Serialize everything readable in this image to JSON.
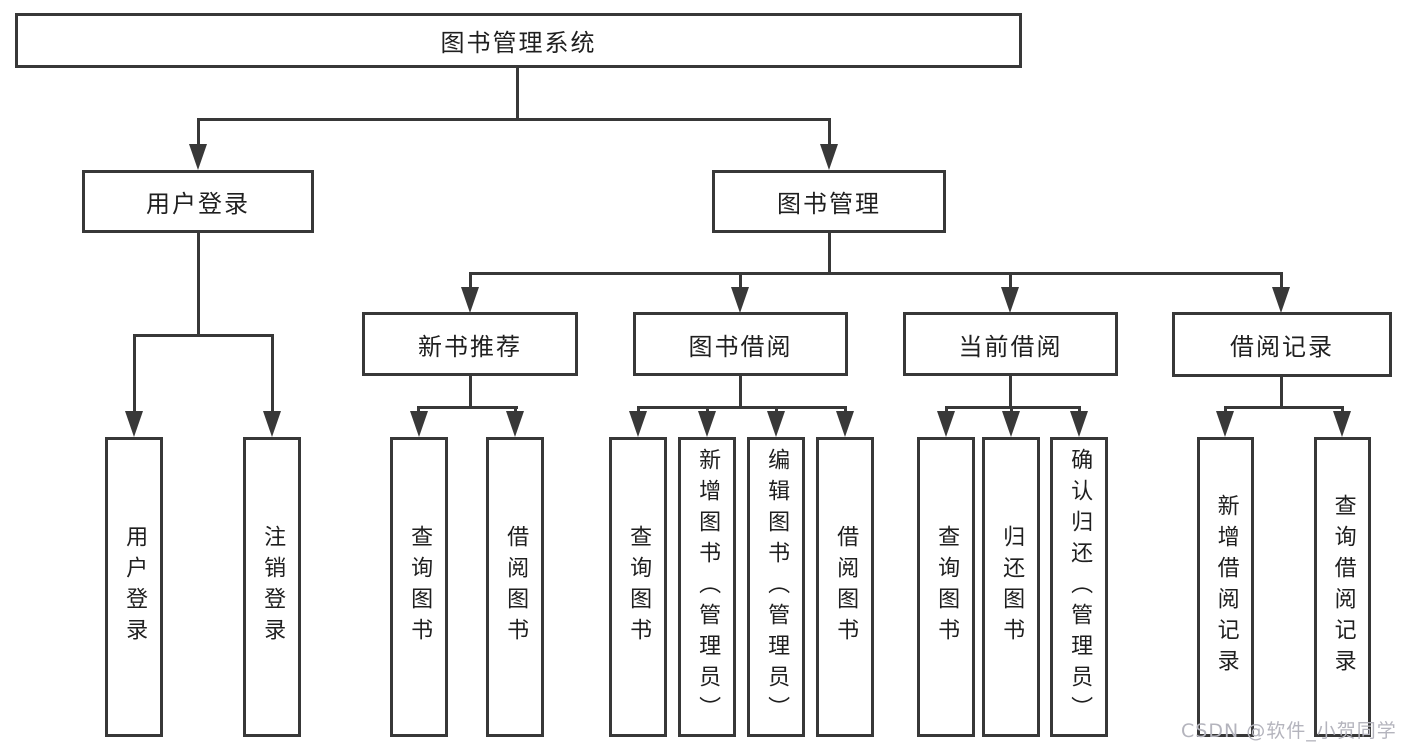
{
  "tree": {
    "label": "图书管理系统",
    "children": [
      {
        "label": "用户登录",
        "children": [
          {
            "label": "用户登录"
          },
          {
            "label": "注销登录"
          }
        ]
      },
      {
        "label": "图书管理",
        "children": [
          {
            "label": "新书推荐",
            "children": [
              {
                "label": "查询图书"
              },
              {
                "label": "借阅图书"
              }
            ]
          },
          {
            "label": "图书借阅",
            "children": [
              {
                "label": "查询图书"
              },
              {
                "label": "新增图书（管理员）"
              },
              {
                "label": "编辑图书（管理员）"
              },
              {
                "label": "借阅图书"
              }
            ]
          },
          {
            "label": "当前借阅",
            "children": [
              {
                "label": "查询图书"
              },
              {
                "label": "归还图书"
              },
              {
                "label": "确认归还（管理员）"
              }
            ]
          },
          {
            "label": "借阅记录",
            "children": [
              {
                "label": "新增借阅记录"
              },
              {
                "label": "查询借阅记录"
              }
            ]
          }
        ]
      }
    ]
  },
  "watermark": {
    "text": "CSDN @软件_小贺同学"
  },
  "colors": {
    "line": "#383838",
    "box_border": "#383838",
    "text": "#1f1f1f",
    "watermark": "#b4b4bd",
    "background": "#ffffff"
  }
}
